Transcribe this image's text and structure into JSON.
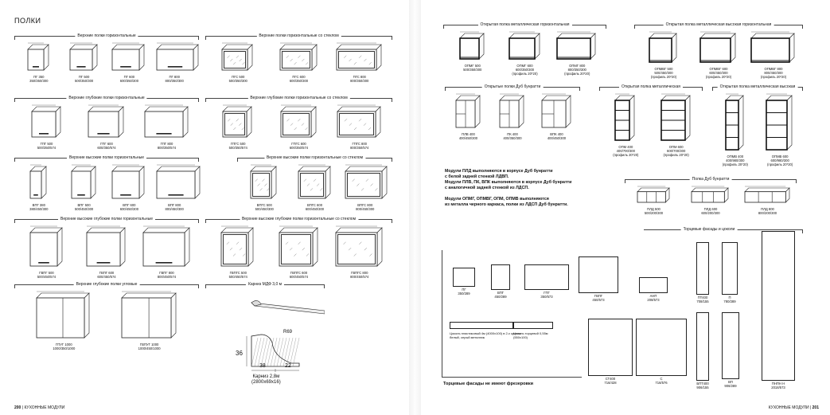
{
  "page_title": "ПОЛКИ",
  "footer_left": {
    "num": "200",
    "sep": "|",
    "text": "КУХОННЫЕ МОДУЛИ"
  },
  "footer_right": {
    "num": "201",
    "sep": "|",
    "text": "КУХОННЫЕ МОДУЛИ"
  },
  "sections_left": [
    {
      "label": "Верхние полки горизонтальные",
      "items": [
        {
          "code": "ПГ 350",
          "size": "350/350/300"
        },
        {
          "code": "ПГ 500",
          "size": "500/350/300"
        },
        {
          "code": "ПГ 600",
          "size": "600/350/300"
        },
        {
          "code": "ПГ 800",
          "size": "800/350/300"
        }
      ]
    },
    {
      "label": "Верхние полки горизонтальные со стеклом",
      "items": [
        {
          "code": "ПГС 500",
          "size": "500/350/300"
        },
        {
          "code": "ПГС 600",
          "size": "600/350/300"
        },
        {
          "code": "ПГС 800",
          "size": "800/350/300"
        }
      ]
    },
    {
      "label": "Верхние глубокие полки горизонтальные",
      "items": [
        {
          "code": "ГПГ 500",
          "size": "500/350/574"
        },
        {
          "code": "ГПГ 600",
          "size": "600/350/574"
        },
        {
          "code": "ГПГ 800",
          "size": "800/350/574"
        }
      ]
    },
    {
      "label": "Верхние глубокие полки горизонтальные со стеклом",
      "items": [
        {
          "code": "ГПГС 500",
          "size": "500/350/574"
        },
        {
          "code": "ГПГС 600",
          "size": "600/350/574"
        },
        {
          "code": "ГПГС 800",
          "size": "800/350/574"
        }
      ]
    },
    {
      "label": "Верхние высокие полки горизонтальные",
      "items": [
        {
          "code": "ВПГ 380",
          "size": "380/450/300"
        },
        {
          "code": "ВПГ 500",
          "size": "500/450/300"
        },
        {
          "code": "ВПГ 600",
          "size": "600/450/300"
        },
        {
          "code": "ВПГ 800",
          "size": "800/450/300"
        }
      ]
    },
    {
      "label": "Верхние высокие полки горизонтальные со стеклом",
      "items": [
        {
          "code": "ВПГС 500",
          "size": "500/450/300"
        },
        {
          "code": "ВПГС 600",
          "size": "600/450/300"
        },
        {
          "code": "ВПГС 800",
          "size": "800/450/300"
        }
      ]
    },
    {
      "label": "Верхние высокие глубокие полки горизонтальные",
      "items": [
        {
          "code": "ГВПГ 500",
          "size": "500/450/574"
        },
        {
          "code": "ГВПГ 600",
          "size": "600/450/574"
        },
        {
          "code": "ГВПГ 800",
          "size": "800/450/574"
        }
      ]
    },
    {
      "label": "Верхние высокие глубокие полки горизонтальные со стеклом",
      "items": [
        {
          "code": "ГВПГС 500",
          "size": "500/450/574"
        },
        {
          "code": "ГВПГС 600",
          "size": "600/450/574"
        },
        {
          "code": "ГВПГС 800",
          "size": "800/450/574"
        }
      ]
    },
    {
      "label": "Верхние глубокие полки угловые",
      "items": [
        {
          "code": "ГПУГ 1000",
          "size": "1000/350/1000"
        },
        {
          "code": "ГВПУГ 1000",
          "size": "1000/450/1000"
        }
      ]
    },
    {
      "label": "Карниз МДФ 3,0 м",
      "items": [
        {
          "code": "Карниз 2,8м",
          "size": "(2800х69х16)"
        }
      ]
    }
  ],
  "cornice_dims": {
    "a": "36",
    "b": "38",
    "c": "22",
    "r": "R69"
  },
  "sections_right": [
    {
      "label": "Открытая полка металлическая горизонтальная",
      "items": [
        {
          "code": "ОПМГ 500",
          "size": "500/350/300",
          "extra": ""
        },
        {
          "code": "ОПМГ 600",
          "size": "600/350/300",
          "extra": "(профиль 20*20)"
        },
        {
          "code": "ОПМГ 800",
          "size": "800/350/300",
          "extra": "(профиль 20*20)"
        }
      ]
    },
    {
      "label": "Открытая полка металлическая высокая горизонтальная",
      "items": [
        {
          "code": "ОПМВГ 500",
          "size": "500/450/300",
          "extra": "(профиль 20*20)"
        },
        {
          "code": "ОПМВГ 600",
          "size": "600/450/300",
          "extra": "(профиль 20*20)"
        },
        {
          "code": "ОПМВГ 800",
          "size": "800/450/300",
          "extra": "(профиль 20*20)"
        }
      ]
    },
    {
      "label": "Открытые полки Дуб бунратти",
      "items": [
        {
          "code": "ПЛВ 400",
          "size": "400/450/300"
        },
        {
          "code": "ПК 400",
          "size": "400/350/300"
        },
        {
          "code": "ВПК 400",
          "size": "400/450/300"
        }
      ]
    },
    {
      "label": "Открытая полка металлическая",
      "items": [
        {
          "code": "ОПМ 400",
          "size": "400/700/300",
          "extra": "(профиль 20*20)"
        },
        {
          "code": "ОПМ 600",
          "size": "600/700/300",
          "extra": "(профиль 20*20)"
        }
      ]
    },
    {
      "label": "Открытая полка металлическая высокая",
      "items": [
        {
          "code": "ОПМВ 400",
          "size": "400/980/300",
          "extra": "(профиль 20*20)"
        },
        {
          "code": "ОПМВ 600",
          "size": "600/980/300",
          "extra": "(профиль 20*20)"
        }
      ]
    },
    {
      "label": "Полка Дуб бунратти",
      "items": [
        {
          "code": "ПЛД 500",
          "size": "500/200/300"
        },
        {
          "code": "ПЛД 600",
          "size": "600/200/300"
        },
        {
          "code": "ПЛД 800",
          "size": "800/200/300"
        }
      ]
    },
    {
      "label": "Торцевые фасады и цоколи",
      "items": []
    }
  ],
  "notes": [
    "Модули ПЛД выполняются в корпусе Дуб бунратти",
    "с белой задней стенкой ЛДВП.",
    "Модули ПЛВ, ПК, ВПК выполняются в корпусе Дуб бунратти",
    "с аналогичной задней стенкой из ЛДСП.",
    "",
    "Модули ОПМГ, ОПМВГ, ОПМ, ОПМВ выполняются",
    "из металла черного каркаса, полки из ЛДСП Дуб бунратти."
  ],
  "facades": [
    {
      "code": "ПГ",
      "size": "350/289"
    },
    {
      "code": "ВПГ",
      "size": "450/289"
    },
    {
      "code": "ГПГ",
      "size": "350/573"
    },
    {
      "code": "ГВПГ",
      "size": "450/573"
    },
    {
      "code": "АНП",
      "size": "208/573"
    },
    {
      "code": "ПТ400",
      "size": "708/155"
    },
    {
      "code": "П",
      "size": "780/289"
    },
    {
      "code": "СТ400",
      "size": "716/428"
    },
    {
      "code": "С",
      "size": "716/576"
    },
    {
      "code": "БПТ400",
      "size": "906/155"
    },
    {
      "code": "ВП",
      "size": "906/289"
    },
    {
      "code": "ПНПН Н",
      "size": "2018/573"
    }
  ],
  "plinths": [
    {
      "text": "Цоколь пластиковый 4м (4000х100) в 2-х цветах белый, серый металлик"
    },
    {
      "text": "Цоколь торцевой 0,55м (550х100)"
    }
  ],
  "facade_footnote": "Торцевые фасады не имеют фрезеровки"
}
